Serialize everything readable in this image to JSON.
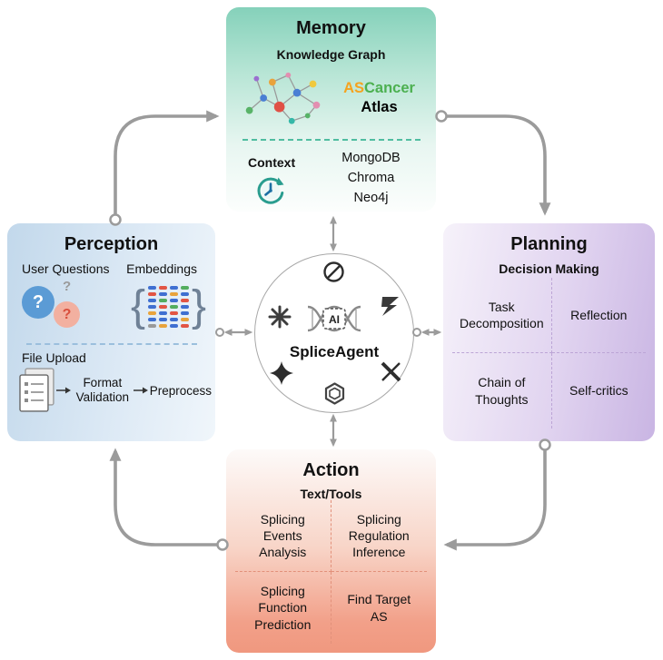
{
  "diagram": {
    "center": {
      "label": "SpliceAgent",
      "ai_chip": "AI"
    },
    "memory": {
      "title": "Memory",
      "kg_title": "Knowledge Graph",
      "brand_as": "AS",
      "brand_cancer": "Cancer",
      "brand_atlas": "Atlas",
      "context_label": "Context",
      "databases": [
        "MongoDB",
        "Chroma",
        "Neo4j"
      ]
    },
    "perception": {
      "title": "Perception",
      "user_questions": "User Questions",
      "embeddings": "Embeddings",
      "file_upload": "File Upload",
      "format_validation": "Format Validation",
      "preprocess": "Preprocess"
    },
    "planning": {
      "title": "Planning",
      "subtitle": "Decision Making",
      "items": [
        "Task Decomposition",
        "Reflection",
        "Chain of Thoughts",
        "Self-critics"
      ]
    },
    "action": {
      "title": "Action",
      "subtitle": "Text/Tools",
      "items": [
        "Splicing Events Analysis",
        "Splicing Regulation Inference",
        "Splicing Function Prediction",
        "Find Target AS"
      ]
    }
  },
  "icons": {
    "question_mark": "?",
    "brace_left": "{",
    "brace_right": "}",
    "embedding_colors": [
      [
        "#3f6fd1",
        "#e25544",
        "#3f6fd1",
        "#3f6fd1",
        "#e8a33c",
        "#3f6fd1",
        "#9a9a9a"
      ],
      [
        "#e25544",
        "#3f6fd1",
        "#52ad5f",
        "#e25544",
        "#3f6fd1",
        "#3f6fd1",
        "#e8a33c"
      ],
      [
        "#3f6fd1",
        "#e8a33c",
        "#3f6fd1",
        "#52ad5f",
        "#e25544",
        "#3f6fd1",
        "#3f6fd1"
      ],
      [
        "#52ad5f",
        "#3f6fd1",
        "#e25544",
        "#3f6fd1",
        "#3f6fd1",
        "#e8a33c",
        "#e25544"
      ]
    ]
  },
  "colors": {
    "memory_accent": "#85d1ba",
    "perception_accent": "#c2d8eb",
    "planning_accent": "#c9b5e3",
    "action_accent": "#f0987f",
    "arrow": "#9b9b9b",
    "brand_as": "#f5a31f",
    "brand_cancer": "#4cb050"
  }
}
